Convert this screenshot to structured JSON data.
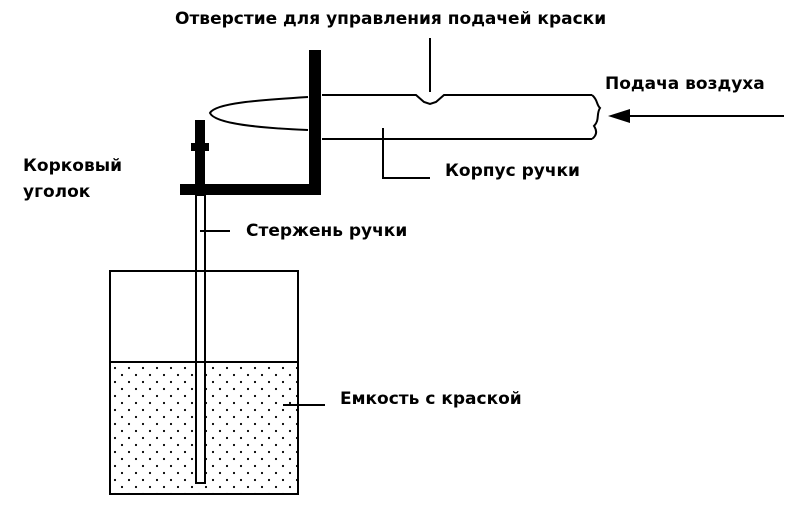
{
  "labels": {
    "paint_control_hole": "Отверстие для управления подачей краски",
    "air_supply": "Подача воздуха",
    "handle_body": "Корпус ручки",
    "cork_corner_line1": "Корковый",
    "cork_corner_line2": "уголок",
    "handle_rod": "Стержень ручки",
    "paint_container": "Емкость с краской"
  },
  "colors": {
    "ink": "#000000",
    "background": "#ffffff"
  }
}
